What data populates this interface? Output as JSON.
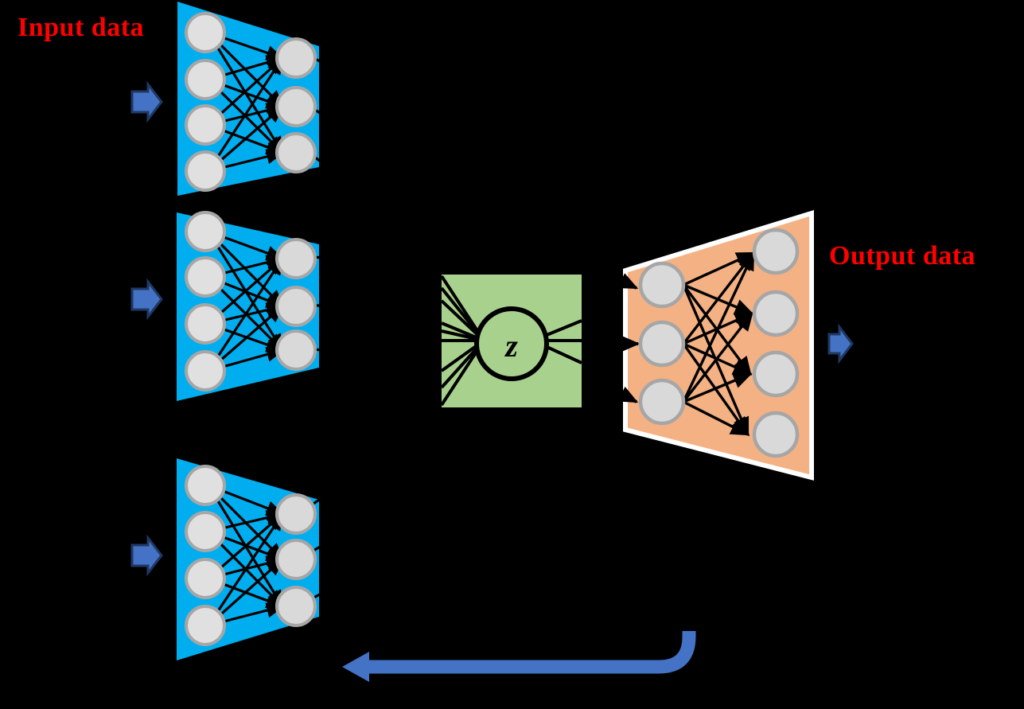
{
  "figure": {
    "type": "autoencoder-architecture-diagram",
    "background_color": "#000000",
    "labels": {
      "input": "Input data",
      "output": "Output data",
      "latent": "z"
    },
    "label_color": "#FF0000",
    "latent_label_color": "#000000"
  },
  "colors": {
    "encoder_fill": "#00AEEF",
    "decoder_fill": "#F4B183",
    "latent_fill": "#A9D18E",
    "node_fill": "#E0E0E0",
    "node_stroke": "#A6A6A6",
    "edge_stroke": "#000000",
    "arrow_fill": "#4472C4",
    "arrow_stroke": "#1F3864",
    "feedback_arrow": "#4472C4",
    "decoder_border": "#FFFFFF"
  },
  "encoder_blocks": [
    {
      "name": "encoder-block-1",
      "fill": "#00AEEF",
      "input_nodes": 4,
      "hidden_nodes": 3,
      "input_arrow": true
    },
    {
      "name": "encoder-block-2",
      "fill": "#00AEEF",
      "input_nodes": 4,
      "hidden_nodes": 3,
      "input_arrow": true
    },
    {
      "name": "encoder-block-3",
      "fill": "#00AEEF",
      "input_nodes": 4,
      "hidden_nodes": 3,
      "input_arrow": true
    }
  ],
  "latent_block": {
    "name": "latent-variable-block",
    "fill": "#A9D18E",
    "node_label": "z",
    "incoming_edges": 9,
    "outgoing_edges": 3
  },
  "decoder_block": {
    "name": "decoder-block",
    "fill": "#F4B183",
    "input_nodes": 3,
    "output_nodes": 4,
    "output_arrow": true
  },
  "feedback": {
    "name": "feedback-loop-arrow",
    "direction": "right-to-left",
    "color": "#4472C4"
  }
}
